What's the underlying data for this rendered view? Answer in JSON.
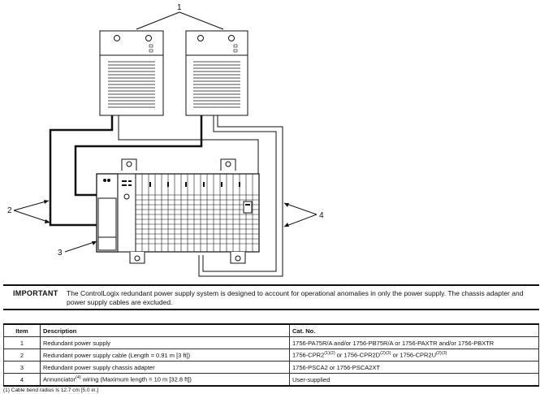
{
  "callouts": {
    "one": "1",
    "two": "2",
    "three": "3",
    "four": "4"
  },
  "important": {
    "label": "IMPORTANT",
    "text": "The ControlLogix redundant power supply system is designed to account for operational anomalies in only the power supply. The chassis adapter and power supply cables are excluded."
  },
  "table": {
    "headers": {
      "item": "Item",
      "description": "Description",
      "cat_no": "Cat. No."
    },
    "rows": [
      {
        "item": "1",
        "description": "Redundant power supply",
        "cat_no": "1756-PA75R/A and/or 1756-PB75R/A or 1756-PAXTR and/or 1756-PBXTR"
      },
      {
        "item": "2",
        "description": "Redundant power supply cable (Length = 0.91 m [3 ft])",
        "cat_no_parts": [
          "1756-CPR2",
          "(1)(2)",
          " or 1756-CPR2D",
          "(2)(3)",
          " or 1756-CPR2U",
          "(2)(3)"
        ]
      },
      {
        "item": "3",
        "description": "Redundant power supply chassis adapter",
        "cat_no": "1756-PSCA2 or 1756-PSCA2XT"
      },
      {
        "item": "4",
        "description_parts": [
          "Annunciator",
          "(4)",
          " wiring (Maximum length = 10 m [32.8 ft])"
        ],
        "cat_no": "User-supplied"
      }
    ]
  },
  "footnote": "(1)   Cable bend radius is 12.7 cm [5.0 in.]"
}
